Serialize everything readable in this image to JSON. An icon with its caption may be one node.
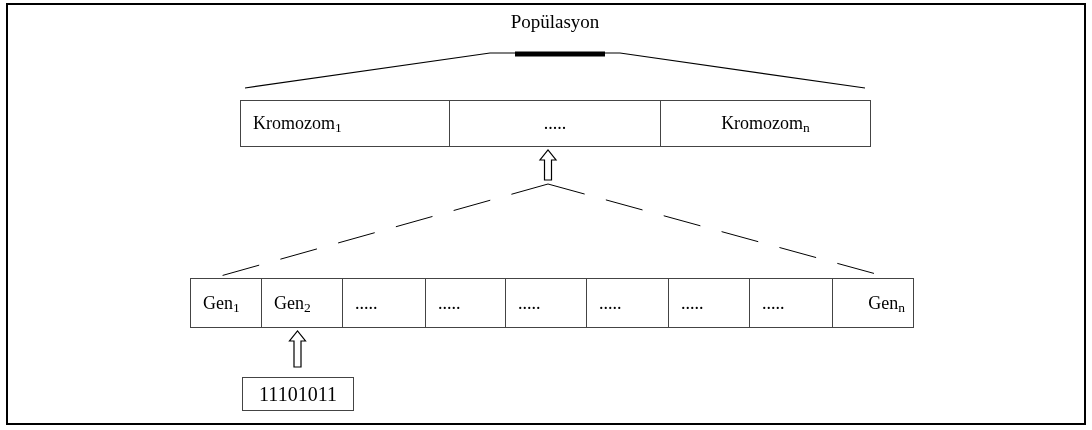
{
  "diagram": {
    "title": "Popülasyon",
    "nodes": [
      {
        "text": [
          "Kromozom$_{1}$"
        ]
      },
      {
        "text": [
          "....."
        ]
      },
      {
        "text": [
          "Kromozom$_{n}$"
        ]
      },
      {
        "text": [
          "Gen$_{1}$"
        ]
      },
      {
        "text": [
          "Gen$_{2}$"
        ]
      },
      {
        "text": [
          "....."
        ]
      },
      {
        "text": [
          "....."
        ]
      },
      {
        "text": [
          "....."
        ]
      },
      {
        "text": [
          "....."
        ]
      },
      {
        "text": [
          "....."
        ]
      },
      {
        "text": [
          "....."
        ]
      },
      {
        "text": [
          "Gen$_{n}$"
        ]
      },
      {
        "text": [
          "11101011"
        ]
      }
    ],
    "edges": [
      {
        "from": null,
        "to": 1,
        "arrow": "to"
      },
      {
        "from": 12,
        "to": 4,
        "arrow": "to"
      }
    ]
  }
}
